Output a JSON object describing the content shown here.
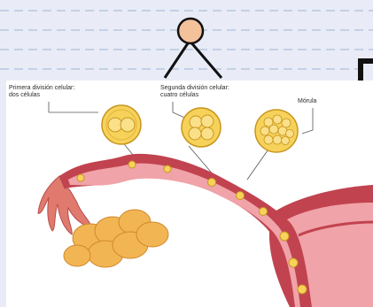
{
  "slide": {
    "colors": {
      "lined_paper": "#e9ecf6",
      "rule_line": "#9db3d6",
      "node_fill": "#f3c19a"
    }
  },
  "figure": {
    "labels": {
      "first_division": "Primera división celular:\ndos células",
      "second_division": "Segunda división celular:\ncuatro células",
      "morula": "Mórula"
    },
    "colors": {
      "tube_wall": "#c1434f",
      "tube_inner": "#f0a3a8",
      "ovary": "#f2b554",
      "cell_fill": "#f6d25a",
      "cell_outline": "#c9961f"
    }
  }
}
